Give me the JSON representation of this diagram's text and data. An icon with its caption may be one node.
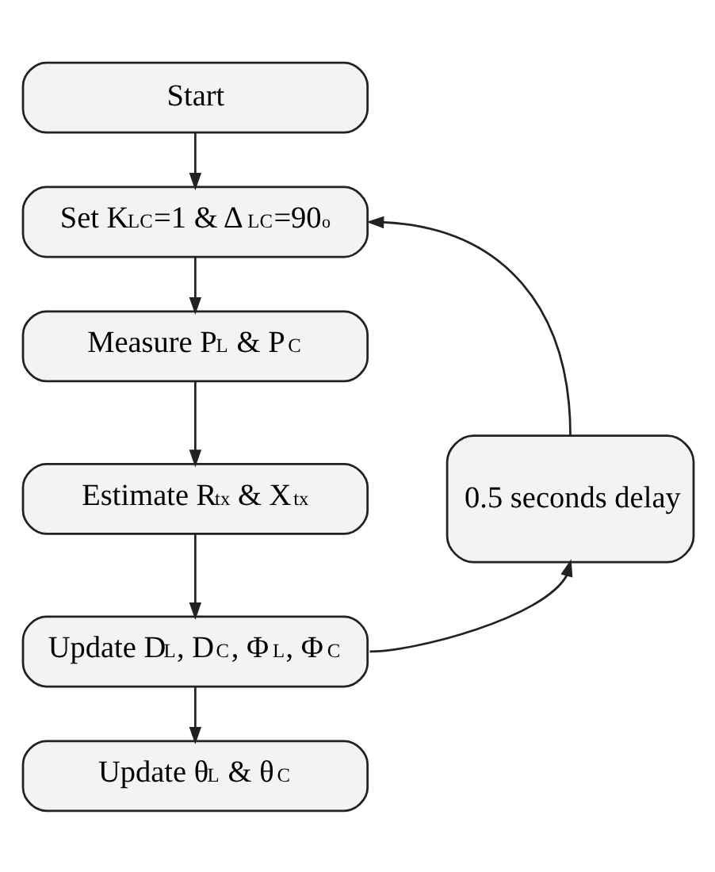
{
  "diagram": {
    "nodes": [
      {
        "text": [
          "Start"
        ]
      },
      {
        "text": [
          "Set K$_{LC}$=1 & Δ$_{LC}$=90$^{o}$"
        ]
      },
      {
        "text": [
          "Measure P$_{L}$ & P$_{C}$"
        ]
      },
      {
        "text": [
          "Estimate R$_{tx}$ & X$_{tx}$"
        ]
      },
      {
        "text": [
          "Update D$_{L}$, D$_{C}$, Φ$_{L}$, Φ$_{C}$"
        ]
      },
      {
        "text": [
          "Update θ$_{L}$ & θ$_{C}$"
        ]
      },
      {
        "text": [
          "0.5 seconds delay"
        ]
      }
    ],
    "edges": [
      {
        "from": 0,
        "to": 1,
        "arrow": "to"
      },
      {
        "from": 1,
        "to": 2,
        "arrow": "to"
      },
      {
        "from": 2,
        "to": 3,
        "arrow": "to"
      },
      {
        "from": 3,
        "to": 4,
        "arrow": "to"
      },
      {
        "from": 4,
        "to": 5,
        "arrow": "to"
      },
      {
        "from": 4,
        "to": 6,
        "arrow": "to"
      },
      {
        "from": 6,
        "to": 1,
        "arrow": "to"
      }
    ]
  }
}
